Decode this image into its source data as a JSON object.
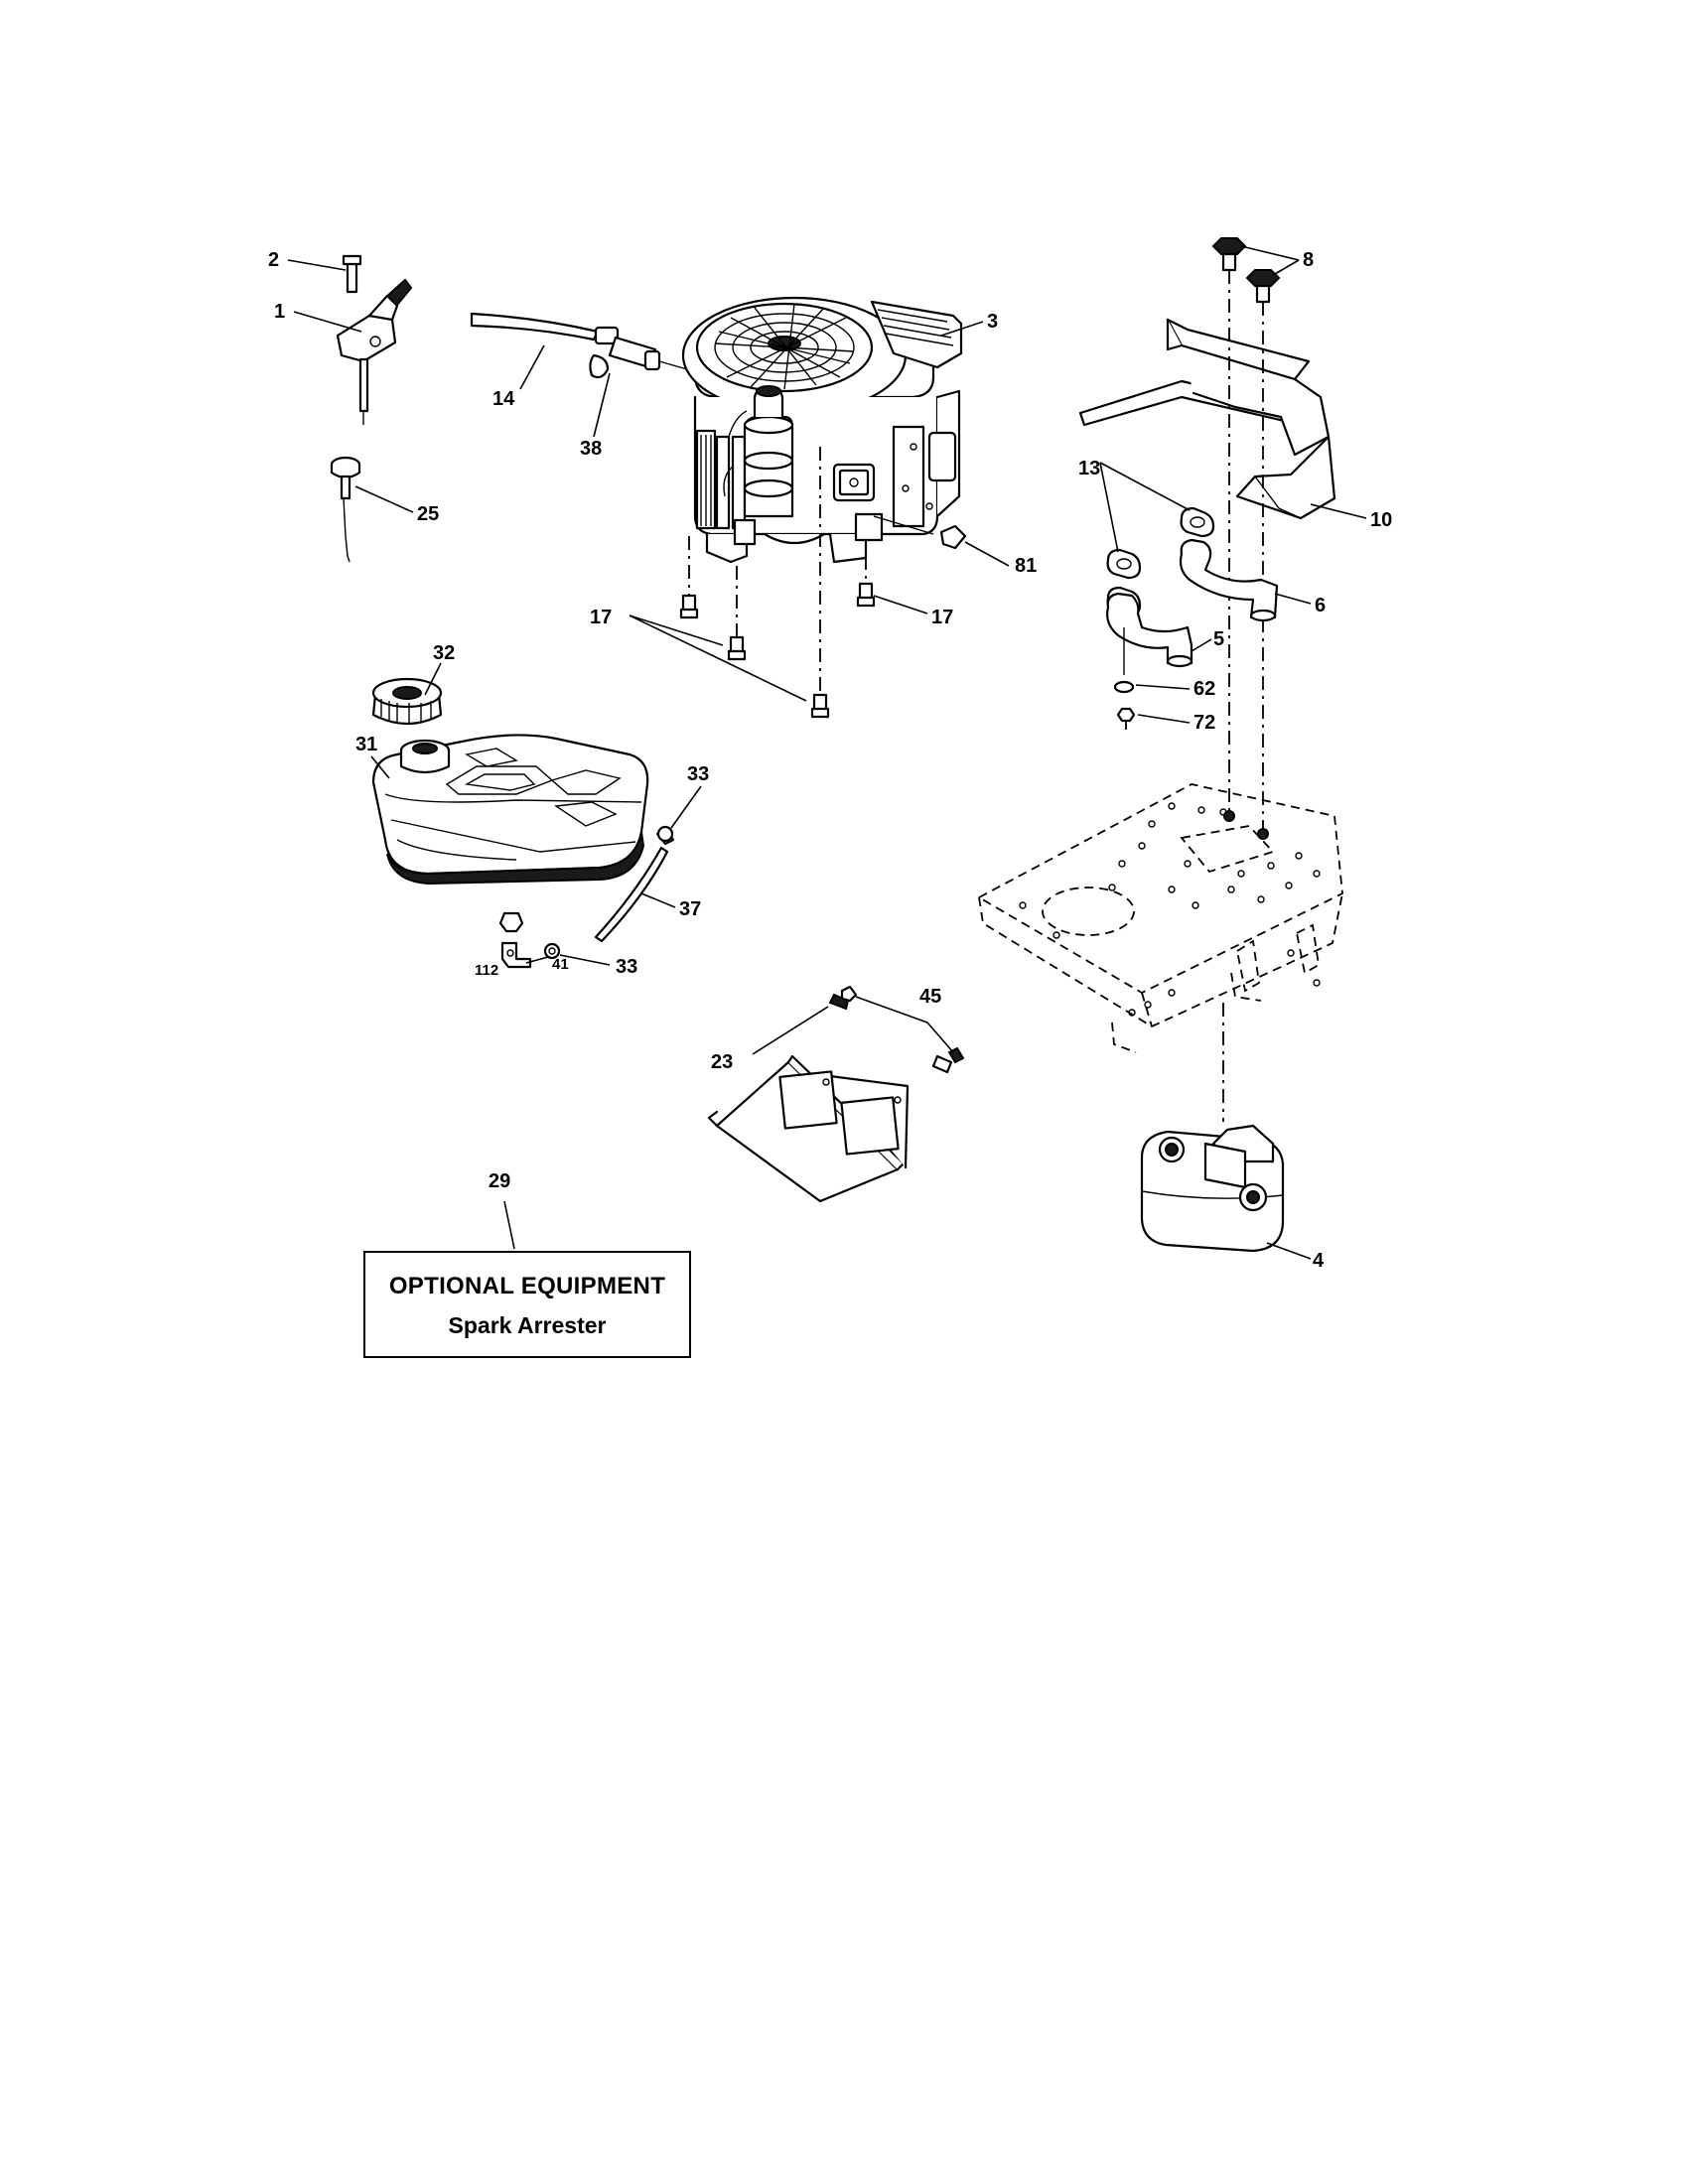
{
  "callouts": {
    "c1": "1",
    "c2": "2",
    "c3": "3",
    "c4": "4",
    "c5": "5",
    "c6": "6",
    "c8": "8",
    "c10": "10",
    "c13": "13",
    "c14": "14",
    "c17a": "17",
    "c17b": "17",
    "c23": "23",
    "c25": "25",
    "c29": "29",
    "c31": "31",
    "c32": "32",
    "c33a": "33",
    "c33b": "33",
    "c37": "37",
    "c38": "38",
    "c41": "41",
    "c45": "45",
    "c62": "62",
    "c72": "72",
    "c81": "81",
    "c112": "112"
  },
  "optional_box": {
    "title": "OPTIONAL EQUIPMENT",
    "item": "Spark Arrester"
  }
}
